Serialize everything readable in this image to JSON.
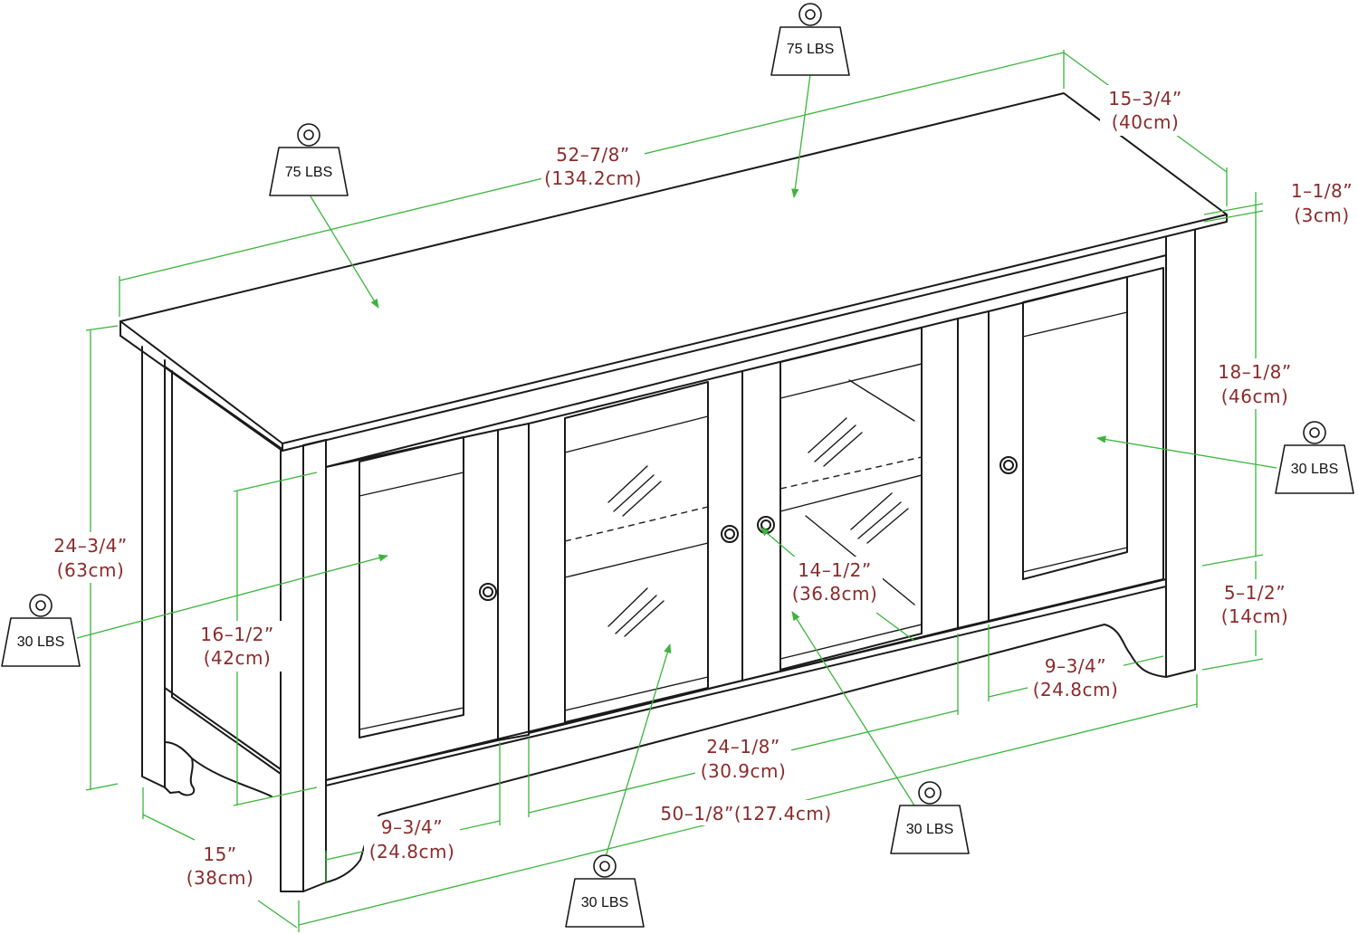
{
  "dimensions": {
    "width_in": "52–7/8”",
    "width_cm": "(134.2cm)",
    "depth_top_in": "15–3/4”",
    "depth_top_cm": "(40cm)",
    "top_thickness_in": "1–1/8”",
    "top_thickness_cm": "(3cm)",
    "cabinet_height_in": "18–1/8”",
    "cabinet_height_cm": "(46cm)",
    "total_height_in": "24–3/4”",
    "total_height_cm": "(63cm)",
    "door_height_in": "16–1/2”",
    "door_height_cm": "(42cm)",
    "shelf_depth_in": "14–1/2”",
    "shelf_depth_cm": "(36.8cm)",
    "leg_clearance_in": "5–1/2”",
    "leg_clearance_cm": "(14cm)",
    "right_door_width_in": "9–3/4”",
    "right_door_width_cm": "(24.8cm)",
    "center_doors_width_in": "24–1/8”",
    "center_doors_width_cm": "(30.9cm)",
    "left_door_width_in": "9–3/4”",
    "left_door_width_cm": "(24.8cm)",
    "base_width": "50–1/8”(127.4cm)",
    "base_depth_in": "15”",
    "base_depth_cm": "(38cm)"
  },
  "weights": {
    "top_left": "75 LBS",
    "top_right": "75 LBS",
    "left_cabinet": "30 LBS",
    "right_cabinet": "30 LBS",
    "center_bottom": "30 LBS",
    "center_right_bottom": "30 LBS"
  },
  "colors": {
    "dimension_line": "#3cb43c",
    "dimension_text": "#8b2b2b",
    "outline": "#1a1a1a"
  },
  "icons": [
    "weight-icon"
  ]
}
